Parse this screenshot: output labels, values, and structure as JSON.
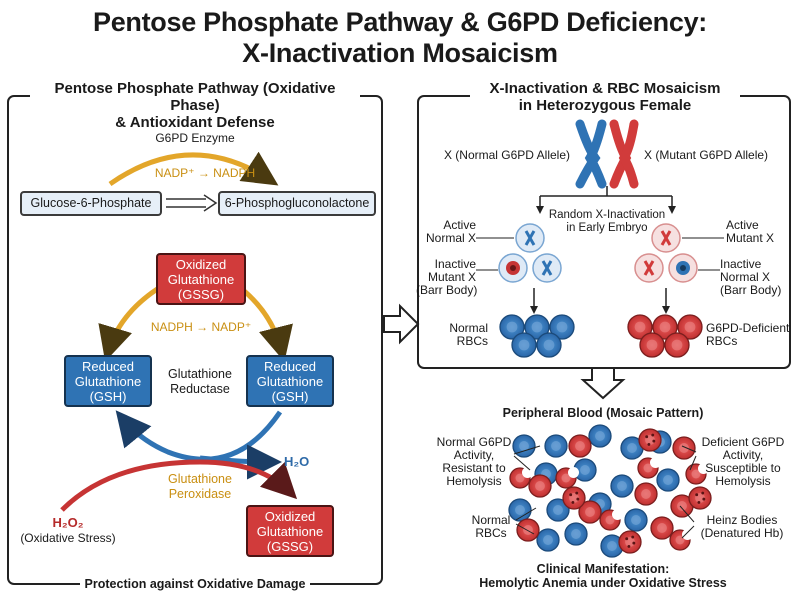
{
  "title": {
    "line1": "Pentose Phosphate Pathway & G6PD Deficiency:",
    "line2": "X-Inactivation Mosaicism"
  },
  "left_panel": {
    "title_line1": "Pentose Phosphate Pathway (Oxidative Phase)",
    "title_line2": "& Antioxidant Defense",
    "enzyme": "G6PD Enzyme",
    "cofactor_top": "NADP⁺ → NADPH",
    "substrate": "Glucose-6-Phosphate",
    "product": "6-Phosphogluconolactone",
    "gssg_top": [
      "Oxidized",
      "Glutathione",
      "(GSSG)"
    ],
    "gsh_left": [
      "Reduced",
      "Glutathione",
      "(GSH)"
    ],
    "gsh_right": [
      "Reduced",
      "Glutathione",
      "(GSH)"
    ],
    "cofactor_cycle": "NADPH → NADP⁺",
    "reductase": [
      "Glutathione",
      "Reductase"
    ],
    "water": "H₂O",
    "peroxidase": [
      "Glutathione",
      "Peroxidase"
    ],
    "peroxide": "H₂O₂",
    "stress": "(Oxidative Stress)",
    "gssg_bottom": [
      "Oxidized",
      "Glutathione",
      "(GSSG)"
    ],
    "footer": "Protection against Oxidative Damage"
  },
  "right_panel": {
    "title_line1": "X-Inactivation & RBC Mosaicism",
    "title_line2": "in Heterozygous Female",
    "normal_allele": "X (Normal G6PD Allele)",
    "mutant_allele": "X (Mutant G6PD Allele)",
    "random": [
      "Random X-Inactivation",
      "in Early Embryo"
    ],
    "active_normal": [
      "Active",
      "Normal X"
    ],
    "active_mutant": [
      "Active",
      "Mutant X"
    ],
    "inactive_mutant": [
      "Inactive",
      "Mutant X",
      "(Barr Body)"
    ],
    "inactive_normal": [
      "Inactive",
      "Normal X",
      "(Barr Body)"
    ],
    "normal_rbcs": [
      "Normal",
      "RBCs"
    ],
    "deficient_rbcs": [
      "G6PD-Deficient",
      "RBCs"
    ]
  },
  "blood": {
    "title": "Peripheral Blood (Mosaic Pattern)",
    "normal_activity": [
      "Normal G6PD",
      "Activity,",
      "Resistant to",
      "Hemolysis"
    ],
    "deficient_activity": [
      "Deficient G6PD",
      "Activity,",
      "Susceptible to",
      "Hemolysis"
    ],
    "normal_rbcs": [
      "Normal",
      "RBCs"
    ],
    "heinz": [
      "Heinz Bodies",
      "(Denatured Hb)"
    ],
    "clinical_line1": "Clinical Manifestation:",
    "clinical_line2": "Hemolytic Anemia under Oxidative Stress"
  },
  "colors": {
    "normal_blue": "#2f73b4",
    "mutant_red": "#d13b3b",
    "nadph_gold": "#e3a62a",
    "water_blue": "#2e6aa8"
  }
}
